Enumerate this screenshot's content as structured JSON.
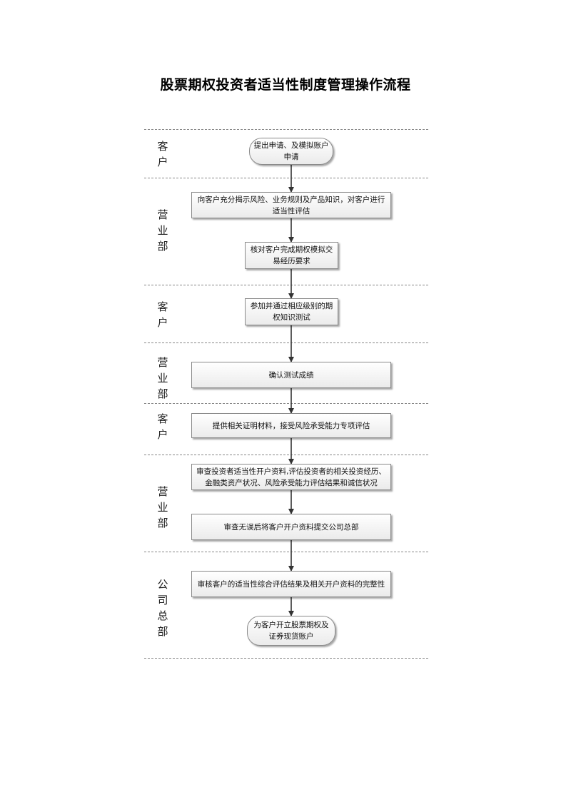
{
  "title": "股票期权投资者适当性制度管理操作流程",
  "lanes": [
    {
      "chars": [
        "客",
        "户"
      ]
    },
    {
      "chars": [
        "营",
        "业",
        "部"
      ]
    },
    {
      "chars": [
        "客",
        "户"
      ]
    },
    {
      "chars": [
        "营",
        "业",
        "部"
      ]
    },
    {
      "chars": [
        "客",
        "户"
      ]
    },
    {
      "chars": [
        "营",
        "业",
        "部"
      ]
    },
    {
      "chars": [
        "公",
        "司",
        "总",
        "部"
      ]
    }
  ],
  "steps": [
    {
      "line1": "提出申请、及模拟账户",
      "line2": "申请"
    },
    {
      "line1": "向客户充分揭示风险、业务规则及产品知识，对客户进行",
      "line2": "适当性评估"
    },
    {
      "line1": "核对客户完成期权模拟交",
      "line2": "易经历要求"
    },
    {
      "line1": "参加并通过相应级别的期",
      "line2": "权知识测试"
    },
    {
      "line1": "确认测试成绩",
      "line2": ""
    },
    {
      "line1": "提供相关证明材料，接受风险承受能力专项评估",
      "line2": ""
    },
    {
      "line1": "审查投资者适当性开户资料,评估投资者的相关投资经历、",
      "line2": "金融类资产状况、风险承受能力评估结果和诚信状况"
    },
    {
      "line1": "审查无误后将客户开户资料提交公司总部",
      "line2": ""
    },
    {
      "line1": "审核客户的适当性综合评估结果及相关开户资料的完整性",
      "line2": ""
    },
    {
      "line1": "为客户开立股票期权及",
      "line2": "证券现货账户"
    }
  ]
}
